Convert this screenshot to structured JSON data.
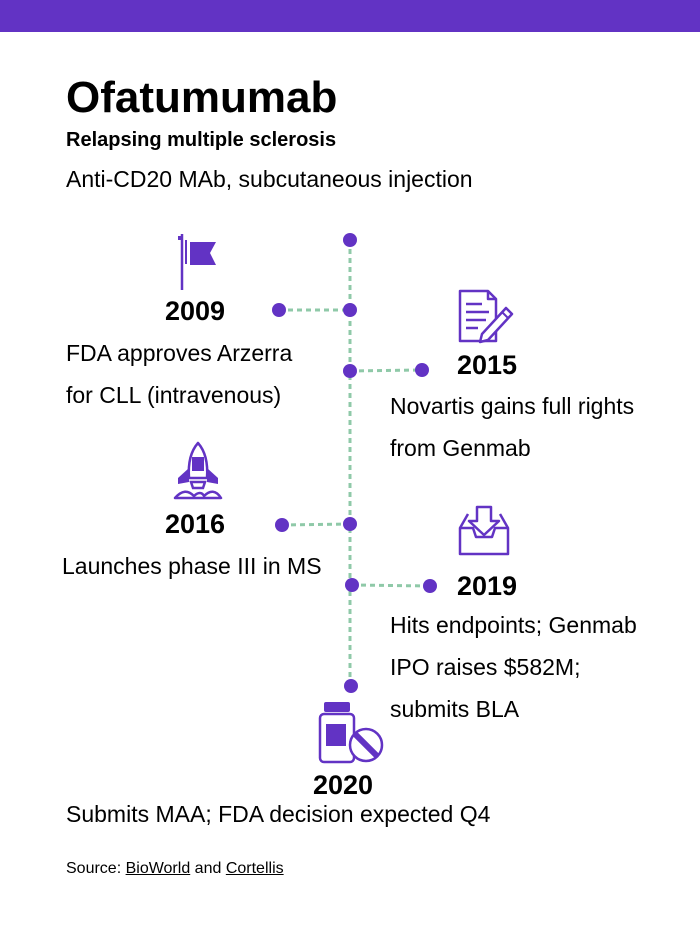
{
  "header": {
    "title": "Ofatumumab",
    "subtitle": "Relapsing multiple sclerosis",
    "tagline": "Anti-CD20 MAb, subcutaneous injection"
  },
  "colors": {
    "accent": "#6233c4",
    "connector": "#8fc9a8",
    "text": "#000000"
  },
  "timeline": {
    "events": [
      {
        "year": "2009",
        "icon": "flag-icon",
        "lines": [
          "FDA approves Arzerra",
          "for CLL (intravenous)"
        ]
      },
      {
        "year": "2015",
        "icon": "document-pen-icon",
        "lines": [
          "Novartis gains full rights",
          "from Genmab"
        ]
      },
      {
        "year": "2016",
        "icon": "rocket-icon",
        "lines": [
          "Launches phase III in MS"
        ]
      },
      {
        "year": "2019",
        "icon": "inbox-download-icon",
        "lines": [
          "Hits endpoints; Genmab",
          "IPO raises $582M;",
          "submits BLA"
        ]
      },
      {
        "year": "2020",
        "icon": "medicine-bottle-pill-icon",
        "lines": [
          "Submits MAA; FDA decision expected Q4"
        ]
      }
    ]
  },
  "footer": {
    "source_prefix": "Source:",
    "link1": "BioWorld",
    "conjunction": "and",
    "link2": "Cortellis"
  }
}
